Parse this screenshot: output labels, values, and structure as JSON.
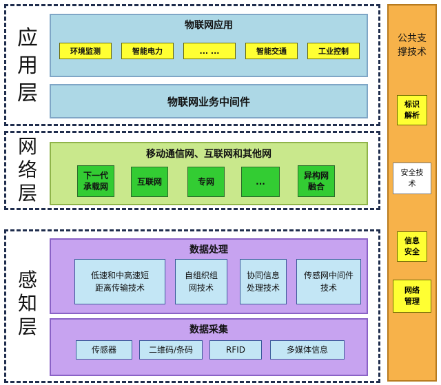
{
  "app_layer": {
    "label": [
      "应",
      "用",
      "层"
    ],
    "apps_title": "物联网应用",
    "apps": [
      "环境监测",
      "智能电力",
      "... ...",
      "智能交通",
      "工业控制"
    ],
    "middleware_title": "物联网业务中间件"
  },
  "network_layer": {
    "label": [
      "网",
      "络",
      "层"
    ],
    "title": "移动通信网、互联网和其他网",
    "items": [
      "下一代\n承载网",
      "互联网",
      "专网",
      "...",
      "异构网\n融合"
    ]
  },
  "perception_layer": {
    "label": [
      "感",
      "知",
      "层"
    ],
    "processing_title": "数据处理",
    "processing_items": [
      "低速和中高速短\n距离传输技术",
      "自组织组\n网技术",
      "协同信息\n处理技术",
      "传感网中间件\n技术"
    ],
    "collection_title": "数据采集",
    "collection_items": [
      "传感器",
      "二维码/条码",
      "RFID",
      "多媒体信息"
    ]
  },
  "support": {
    "title": "公共支\n撑技术",
    "items": [
      "标识\n解析",
      "安全技\n术",
      "信息\n安全",
      "网络\n管理"
    ]
  }
}
